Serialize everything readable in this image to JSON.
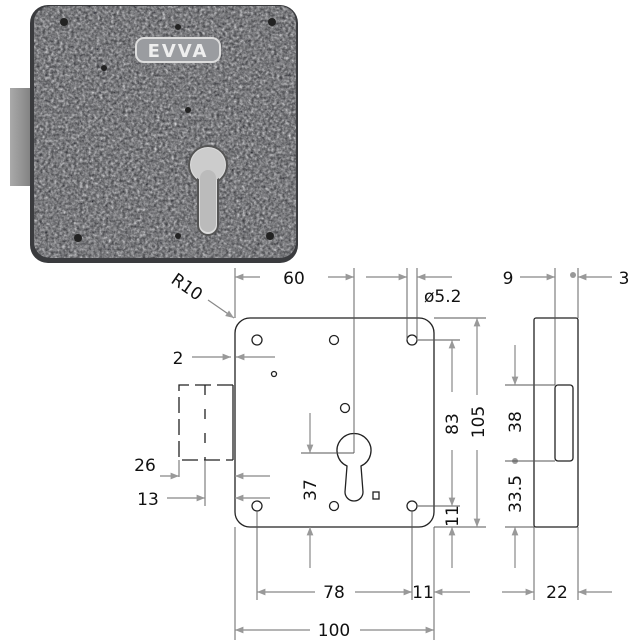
{
  "product": {
    "brand_logo": "EVVA"
  },
  "dimensions": {
    "radius": "R10",
    "backset": "60",
    "hole_diameter": "ø5.2",
    "side_offset": "9",
    "side_edge": "3",
    "plate_thickness": "2",
    "bolt_height": "26",
    "bolt_throw": "13",
    "keyhole_height": "37",
    "hole_spacing_vertical": "83",
    "plate_height": "105",
    "side_slot_height": "38",
    "side_bottom_offset": "33.5",
    "hole_bottom_offset": "11",
    "hole_spacing_horizontal": "78",
    "hole_right_offset": "11",
    "case_depth": "22",
    "plate_width": "100"
  },
  "colors": {
    "line": "#222222",
    "dimension": "#888888",
    "metal": "#8a8c90"
  }
}
